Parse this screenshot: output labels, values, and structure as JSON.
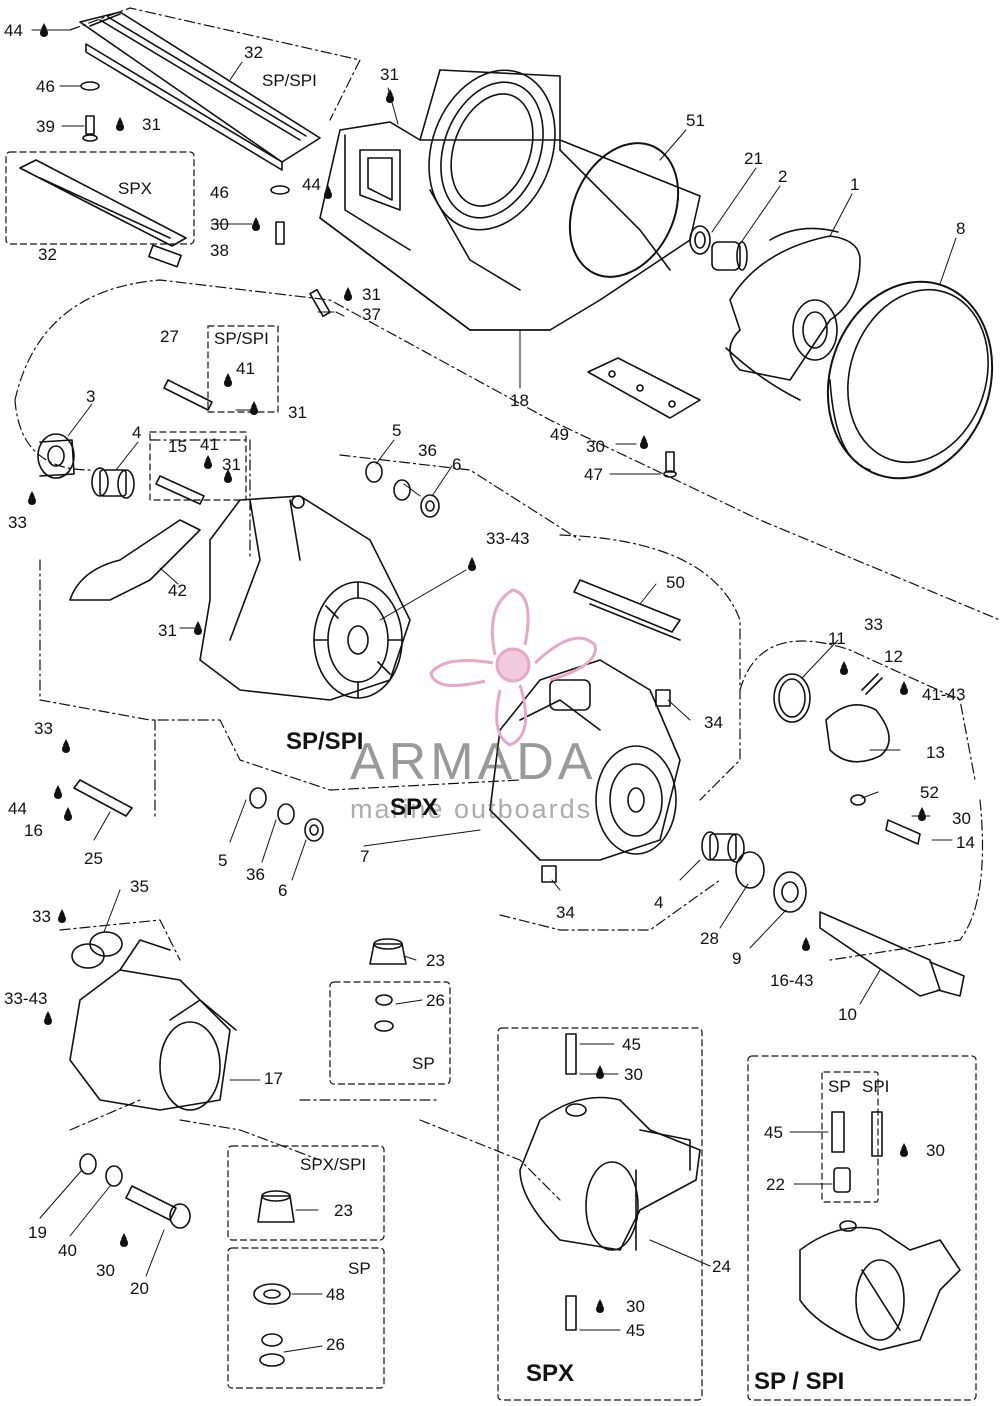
{
  "parts": {
    "p44a": "44",
    "p46a": "46",
    "p39": "39",
    "p31a": "31",
    "p32a": "32",
    "p32b": "32",
    "p31b": "31",
    "p51": "51",
    "p21": "21",
    "p2": "2",
    "p1": "1",
    "p8": "8",
    "p46b": "46",
    "p30a": "30",
    "p38": "38",
    "p44b": "44",
    "p31c": "31",
    "p37": "37",
    "p18": "18",
    "p27": "27",
    "p41a": "41",
    "p31d": "31",
    "p3": "3",
    "p4a": "4",
    "p15": "15",
    "p41b": "41",
    "p31e": "31",
    "p33a": "33",
    "p42": "42",
    "p31f": "31",
    "p5a": "5",
    "p36a": "36",
    "p6a": "6",
    "p49": "49",
    "p30b": "30",
    "p47": "47",
    "p33_43a": "33-43",
    "p50": "50",
    "p11": "11",
    "p33b": "33",
    "p12": "12",
    "p41_43": "41-43",
    "p13": "13",
    "p34a": "34",
    "p52": "52",
    "p30c": "30",
    "p14": "14",
    "p33c": "33",
    "p44c": "44",
    "p16": "16",
    "p25": "25",
    "p5b": "5",
    "p36b": "36",
    "p6b": "6",
    "p7": "7",
    "p34b": "34",
    "p4b": "4",
    "p28": "28",
    "p9": "9",
    "p16_43": "16-43",
    "p10": "10",
    "p35": "35",
    "p33d": "33",
    "p23a": "23",
    "p33_43b": "33-43",
    "p26a": "26",
    "p17": "17",
    "p45a": "45",
    "p30d": "30",
    "p45b": "45",
    "p30e": "30",
    "p22": "22",
    "p19": "19",
    "p40": "40",
    "p30f": "30",
    "p20": "20",
    "p23b": "23",
    "p48": "48",
    "p26b": "26",
    "p24": "24",
    "p30g": "30",
    "p45c": "45"
  },
  "tags": {
    "sp_spi_a": "SP/SPI",
    "spx_a": "SPX",
    "sp_spi_b": "SP/SPI",
    "sp_a": "SP",
    "sp_b": "SP",
    "spi_a": "SPI",
    "spx_spi": "SPX/SPI",
    "sp_c": "SP"
  },
  "big_tags": {
    "sp_spi_main": "SP/SPI",
    "spx_main": "SPX",
    "spx_box": "SPX",
    "sp_spi_box": "SP / SPI"
  },
  "watermark": {
    "brand": "ARMADA",
    "sub": "marine outboards",
    "color": "#e8a6c8"
  }
}
